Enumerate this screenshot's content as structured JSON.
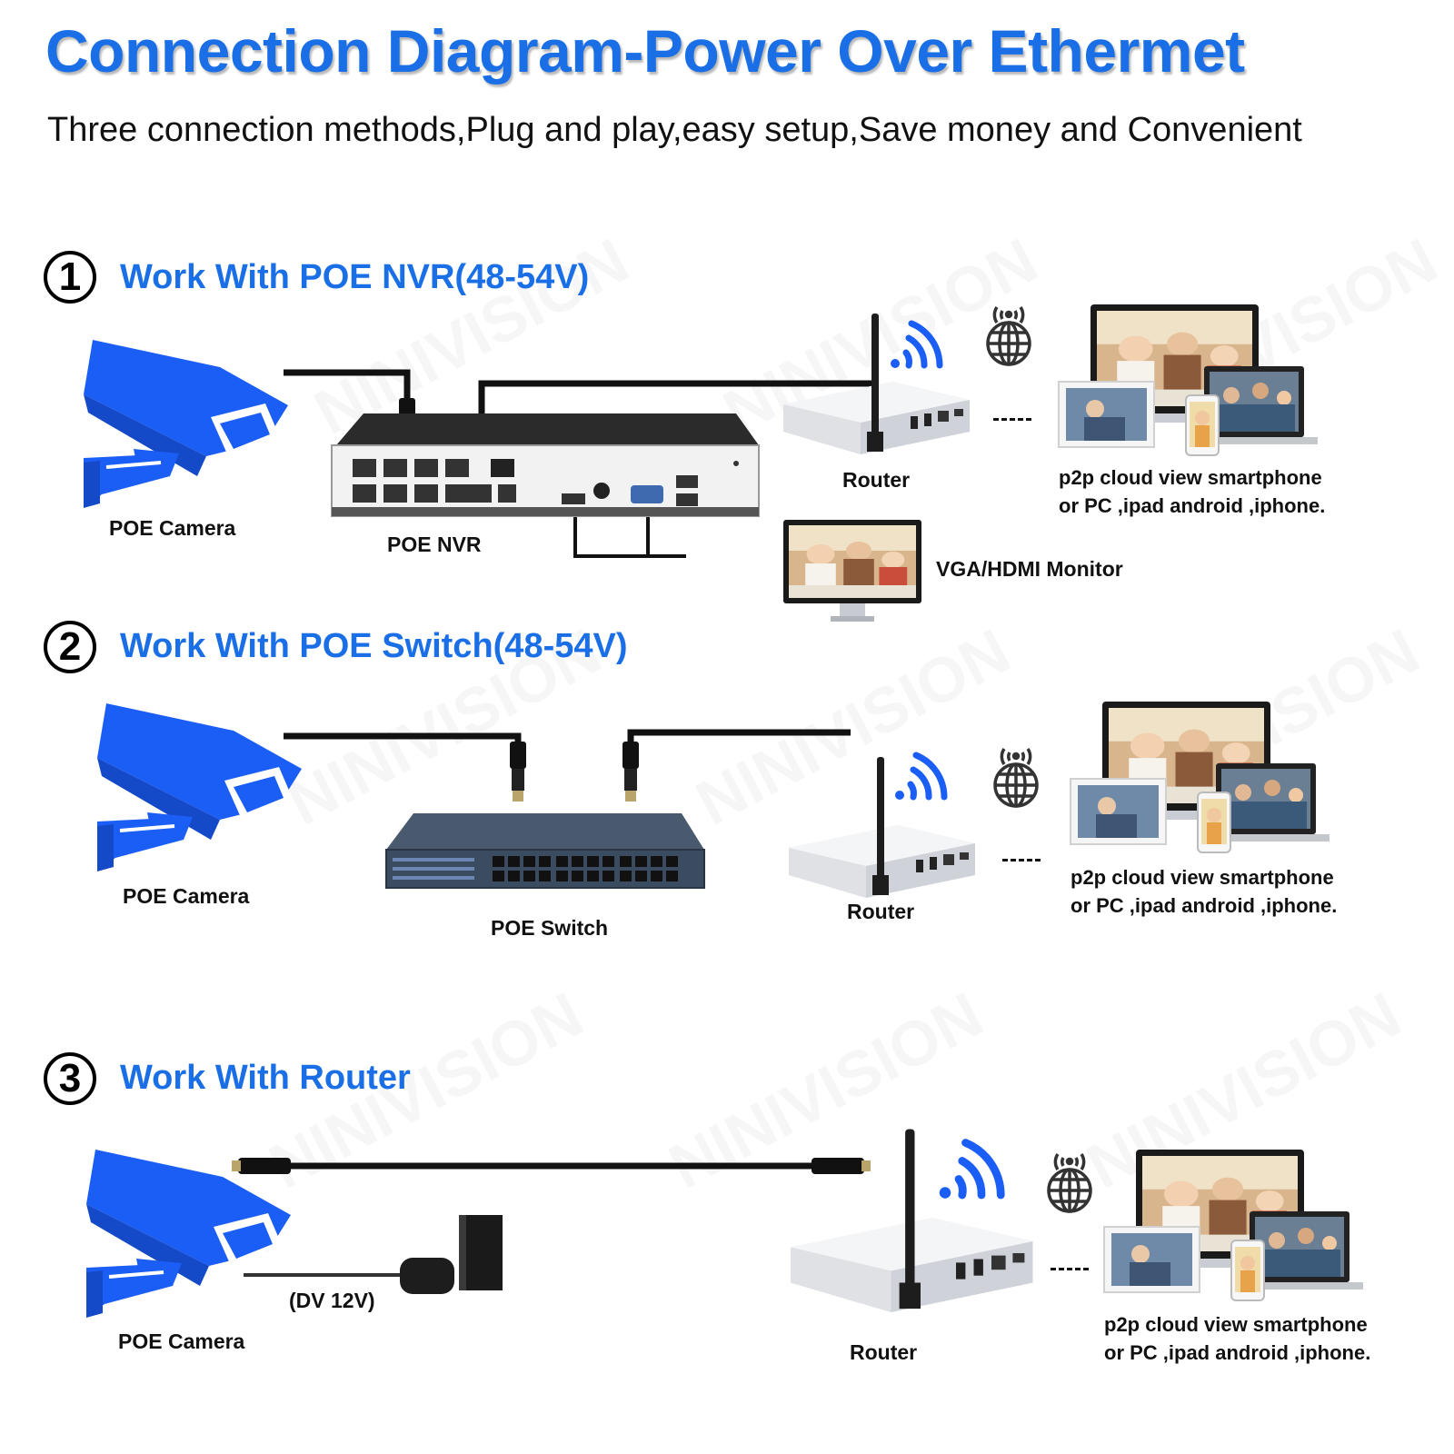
{
  "header": {
    "title": "Connection Diagram-Power Over Ethermet",
    "subtitle": "Three connection methods,Plug and play,easy setup,Save money and Convenient"
  },
  "watermark": "NINIVISION",
  "sections": [
    {
      "number": "1",
      "title": "Work With POE NVR(48-54V)",
      "camera_label": "POE Camera",
      "device_label": "POE NVR",
      "router_label": "Router",
      "monitor_label": "VGA/HDMI Monitor",
      "view_line1": "p2p cloud view smartphone",
      "view_line2": "or PC ,ipad android ,iphone."
    },
    {
      "number": "2",
      "title": "Work With POE Switch(48-54V)",
      "camera_label": "POE Camera",
      "device_label": "POE Switch",
      "router_label": "Router",
      "view_line1": "p2p cloud view smartphone",
      "view_line2": "or PC ,ipad android ,iphone."
    },
    {
      "number": "3",
      "title": "Work With Router",
      "camera_label": "POE Camera",
      "power_label": "(DV 12V)",
      "router_label": "Router",
      "view_line1": "p2p cloud view smartphone",
      "view_line2": "or PC ,ipad android ,iphone."
    }
  ],
  "colors": {
    "accent": "#1a6fe6",
    "camera": "#1b5ef5",
    "text": "#111111"
  }
}
